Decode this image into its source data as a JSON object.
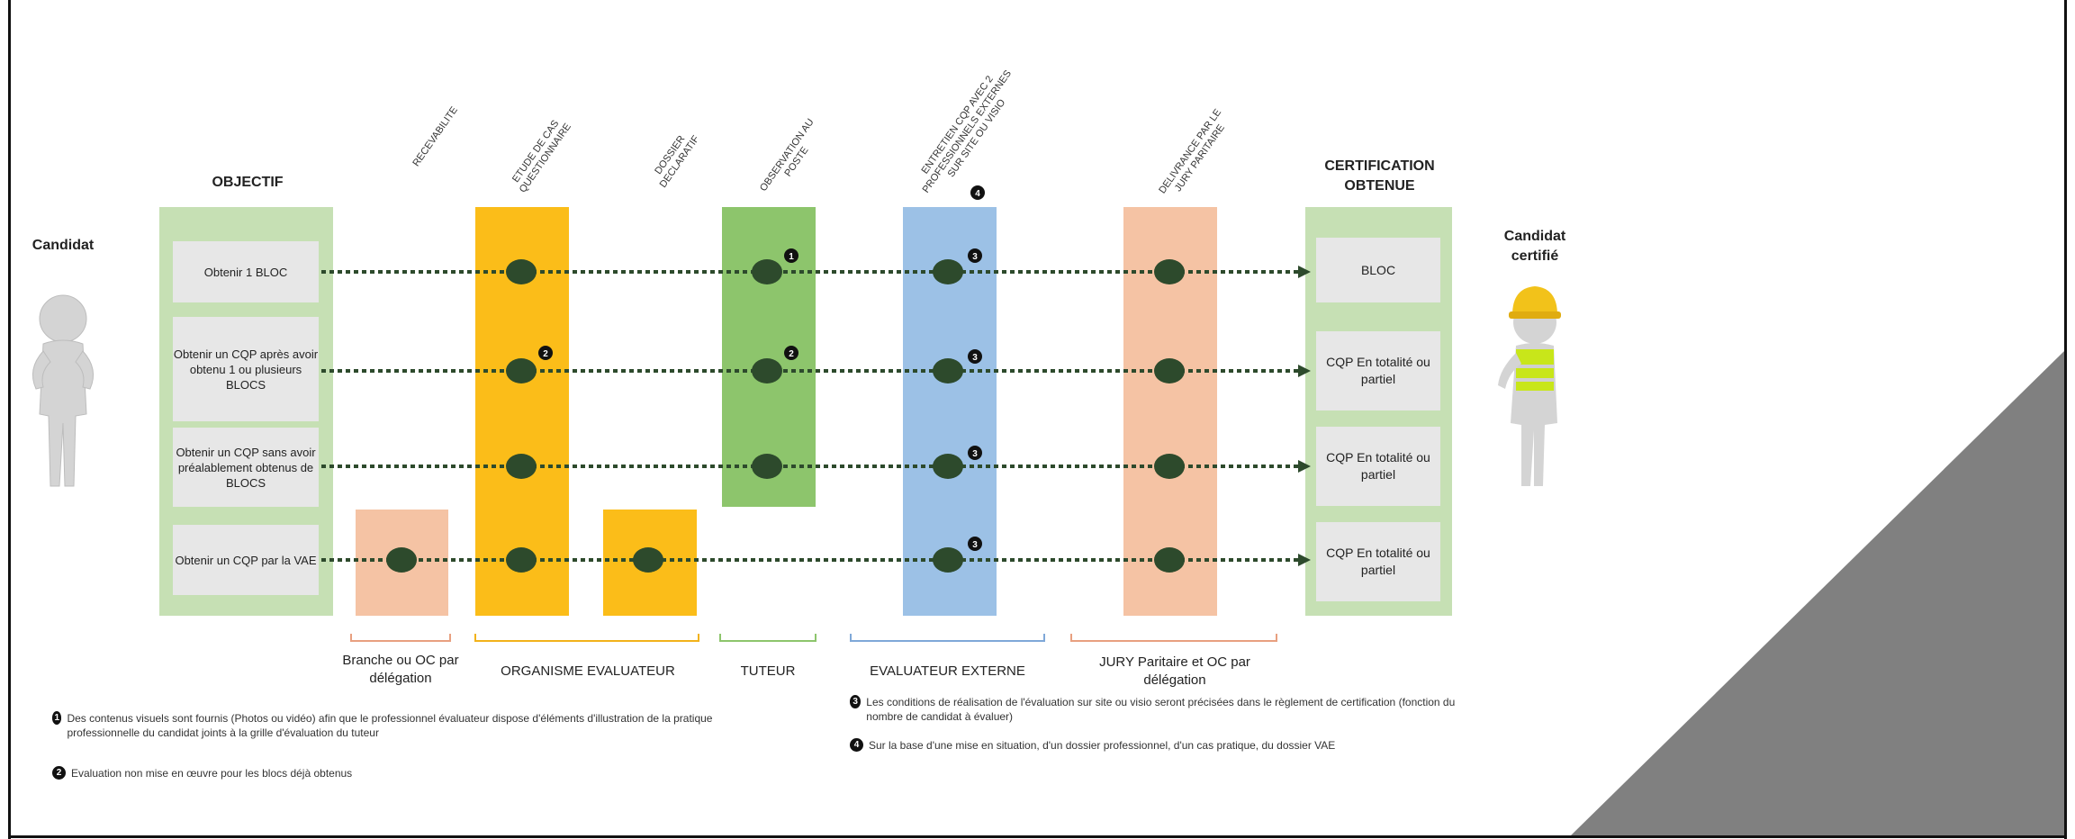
{
  "labels": {
    "candidat": "Candidat",
    "objectif": "OBJECTIF",
    "certification_obtenue": "CERTIFICATION OBTENUE",
    "candidat_certifie": "Candidat certifié"
  },
  "stages": [
    {
      "key": "recevabilite",
      "label": "RECEVABILITE",
      "color": "#f5c3a4"
    },
    {
      "key": "etude",
      "label": "ETUDE DE CAS QUESTIONNAIRE",
      "color": "#fbbd19"
    },
    {
      "key": "dossier",
      "label": "DOSSIER DECLARATIF",
      "color": "#fbbd19"
    },
    {
      "key": "observation",
      "label": "OBSERVATION AU POSTE",
      "color": "#8dc56c"
    },
    {
      "key": "entretien",
      "label": "ENTRETIEN CQP AVEC 2 PROFESSIONNELS EXTERNES SUR SITE OU VISIO",
      "color": "#9cc1e6"
    },
    {
      "key": "delivrance",
      "label": "DELIVRANCE PAR LE JURY PARITAIRE",
      "color": "#f5c3a4"
    }
  ],
  "objectives": [
    "Obtenir 1 BLOC",
    "Obtenir un CQP après avoir obtenu 1 ou plusieurs BLOCS",
    "Obtenir un CQP sans avoir préalablement obtenus de BLOCS",
    "Obtenir un CQP par la VAE"
  ],
  "certifications": [
    "BLOC",
    "CQP En totalité ou partiel",
    "CQP En totalité ou partiel",
    "CQP En totalité ou partiel"
  ],
  "badges": {
    "b1": "1",
    "b2": "2",
    "b3": "3",
    "b4": "4"
  },
  "groups": [
    {
      "label": "Branche ou OC par délégation",
      "color": "#e8a080"
    },
    {
      "label": "ORGANISME EVALUATEUR",
      "color": "#f2b21a"
    },
    {
      "label": "TUTEUR",
      "color": "#8dc56c"
    },
    {
      "label": "EVALUATEUR EXTERNE",
      "color": "#7fa8d8"
    },
    {
      "label": "JURY Paritaire et OC par délégation",
      "color": "#e8a080"
    }
  ],
  "notes": {
    "n1": "Des contenus visuels sont fournis (Photos ou vidéo) afin que le professionnel évaluateur dispose d'éléments d'illustration de la pratique professionnelle du candidat joints à la grille d'évaluation du tuteur",
    "n2": "Evaluation non mise en œuvre pour les blocs déjà obtenus",
    "n3": "Les conditions de réalisation de l'évaluation sur site ou visio seront précisées dans le règlement de certification (fonction du nombre de candidat à évaluer)",
    "n4": "Sur la base d'une mise en situation, d'un dossier professionnel, d'un cas pratique, du dossier VAE"
  },
  "colors": {
    "dot": "#2d4a2c",
    "arrow": "#2d4a2c",
    "objective_panel": "#c6e0b4",
    "grey_corner": "#808080"
  }
}
